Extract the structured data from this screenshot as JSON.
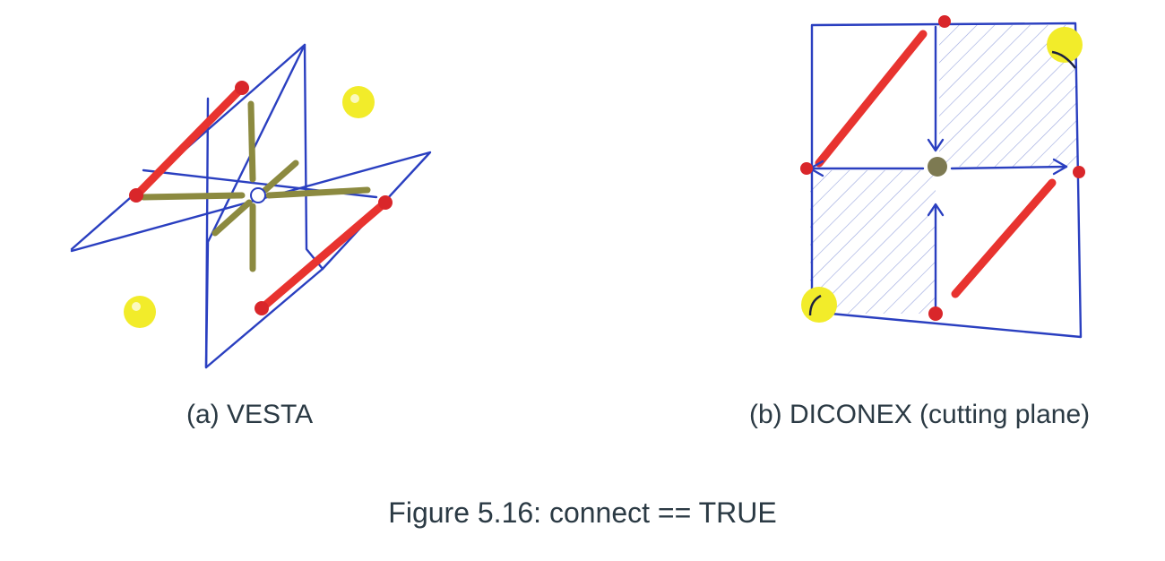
{
  "figure": {
    "label": "Figure 5.16:",
    "text": "connect == TRUE"
  },
  "subfigures": [
    {
      "label": "(a)",
      "text": "VESTA"
    },
    {
      "label": "(b)",
      "text": "DICONEX (cutting plane)"
    }
  ],
  "colors": {
    "outline": "#2a3fc0",
    "bond": "#e8332f",
    "arrow_a": "#8c8a40",
    "atom": "#f2ec2a",
    "node": "#d9262a",
    "center": "#7d7a52"
  }
}
